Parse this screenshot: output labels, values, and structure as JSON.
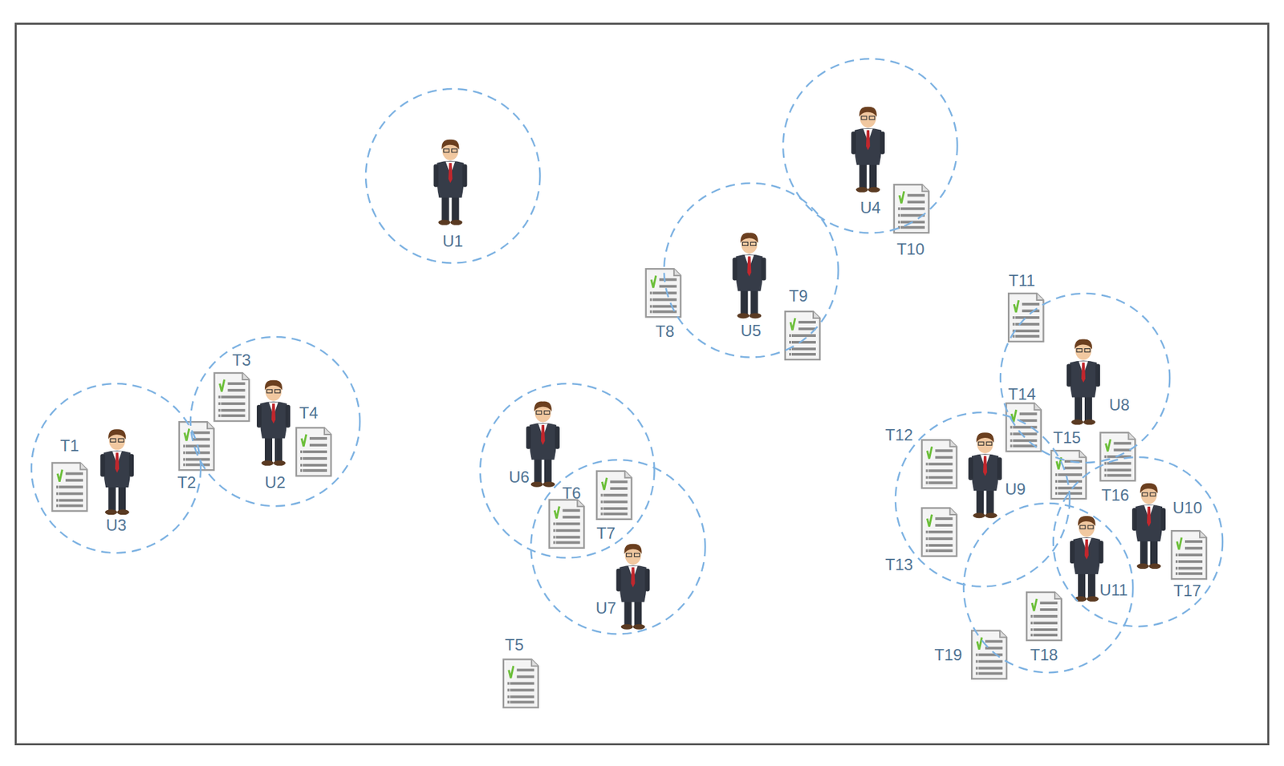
{
  "diagram": {
    "nodes": [
      {
        "text": [
          "U1"
        ]
      },
      {
        "text": [
          "U4"
        ]
      },
      {
        "text": [
          "U5"
        ]
      },
      {
        "text": [
          "U3"
        ]
      },
      {
        "text": [
          "U2"
        ]
      },
      {
        "text": [
          "U6"
        ]
      },
      {
        "text": [
          "U7"
        ]
      },
      {
        "text": [
          "U8"
        ]
      },
      {
        "text": [
          "U9"
        ]
      },
      {
        "text": [
          "U10"
        ]
      },
      {
        "text": [
          "U11"
        ]
      }
    ],
    "labels": [
      "T1",
      "T2",
      "T3",
      "T4",
      "T5",
      "T6",
      "T7",
      "T8",
      "T9",
      "T10",
      "T11",
      "T12",
      "T13",
      "T14",
      "T15",
      "T16",
      "T17",
      "T18",
      "T19"
    ]
  }
}
